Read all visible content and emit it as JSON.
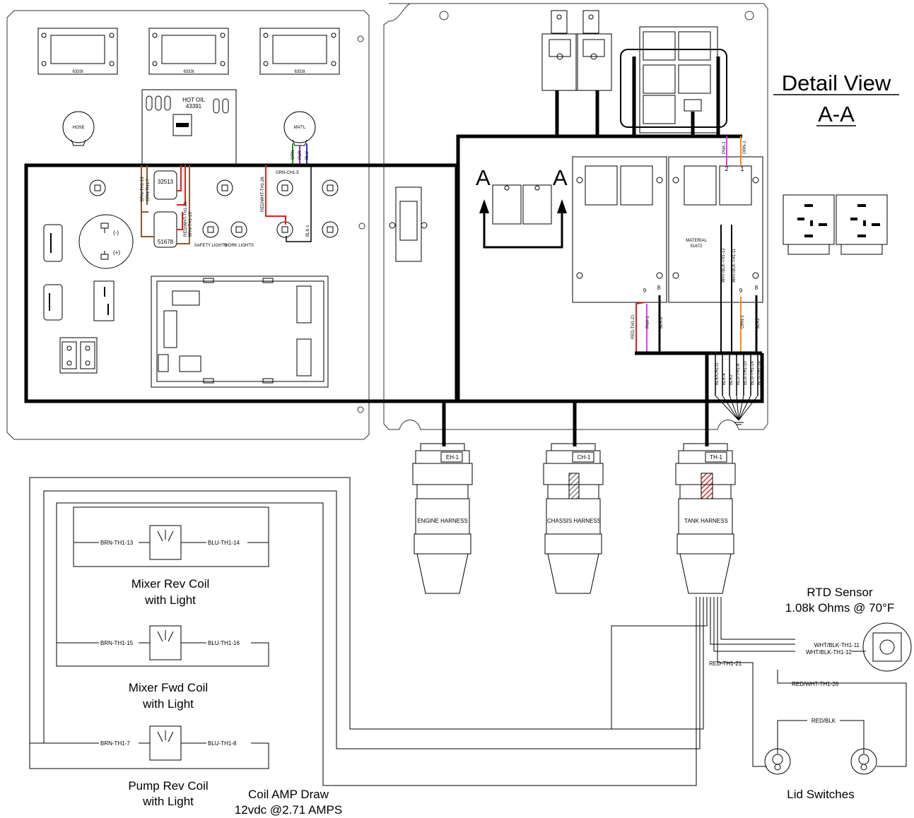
{
  "detail": {
    "title": "Detail View",
    "subtitle": "A-A",
    "section_letter": "A"
  },
  "panel": {
    "display_label": "6333t",
    "hot_oil_label": "HOT OIL",
    "hot_oil_number": "43391",
    "hose_label": "HOSE",
    "matl_label": "MAT'L",
    "relay_a_number": "32513",
    "relay_b_number": "51678",
    "safety_lights": "SAFETY LIGHTS",
    "work_lights": "WORK LIGHTS",
    "plug_neg": "(-)",
    "plug_pos": "(+)",
    "material_label": "MATERIAL",
    "material_number": "51672",
    "pin9": "9",
    "pin8": "8",
    "pin2": "2",
    "pin1": "1"
  },
  "wires": {
    "grn_ch1_5": "GRN-CH1-5",
    "red_wht_th1_26": "RED/WHT-TH1-26",
    "blk_1": "BLK-1",
    "brn_th1_13": "BRN-TH1-13",
    "grn_th1_7": "GRN-TH1-7",
    "red_wht_th1_26b": "RED/WHT-TH1-26",
    "brn_th1_15": "BRN-TH1-15",
    "grn": "GRN",
    "pur": "PUR",
    "blu": "BLU",
    "pnk_1": "PNK-1",
    "orn_1": "ORN-1",
    "red_th1_21": "RED-TH1-21",
    "pnk_1b": "PNK-1",
    "blk_2": "BLK-2",
    "wht_blk_th1_12": "WHT/BLK-TH1-12",
    "wht_blk_th1_11": "WHT/BLK-TH1-11",
    "orn_1b": "ORN-1",
    "blk2b": "BLK2",
    "bus_wires": [
      "BLK/CH1-G",
      "BLK-4",
      "BLK2",
      "BLU-TH1-8",
      "BLU-TH1-10",
      "BLU-TH1-14",
      "BLU-TH1-16"
    ]
  },
  "connectors": {
    "eh": {
      "tag": "EH-1",
      "name": "ENGINE HARNESS"
    },
    "ch": {
      "tag": "CH-1",
      "name": "CHASSIS HARNESS"
    },
    "th": {
      "tag": "TH-1",
      "name": "TANK HARNESS"
    }
  },
  "coils": [
    {
      "left": "BRN-TH1-13",
      "right": "BLU-TH1-14",
      "name1": "Mixer Rev Coil",
      "name2": "with Light"
    },
    {
      "left": "BRN-TH1-15",
      "right": "BLU-TH1-16",
      "name1": "Mixer Fwd Coil",
      "name2": "with Light"
    },
    {
      "left": "BRN-TH1-7",
      "right": "BLU-TH1-8",
      "name1": "Pump Rev Coil",
      "name2": "with Light"
    }
  ],
  "amp_draw": {
    "line1": "Coil AMP Draw",
    "line2": "12vdc @2.71 AMPS"
  },
  "rtd": {
    "line1": "RTD Sensor",
    "line2": "1.08k Ohms @ 70°F",
    "wire1": "WHT/BLK-TH1-11",
    "wire2": "WHT/BLK-TH1-12"
  },
  "lid": {
    "label": "Lid Switches",
    "red_th1_21": "RED-TH1-21",
    "red_wht": "RED/WHT-TH1-26",
    "red_blk": "RED/BLK"
  },
  "colors": {
    "red": "#e0201a",
    "green": "#1a9a2a",
    "purple": "#8a2ab5",
    "blue": "#2030d0",
    "brown": "#8a5a2a",
    "orange": "#f08a1a",
    "pink": "#e040e0",
    "hatch": "#d0302a"
  }
}
